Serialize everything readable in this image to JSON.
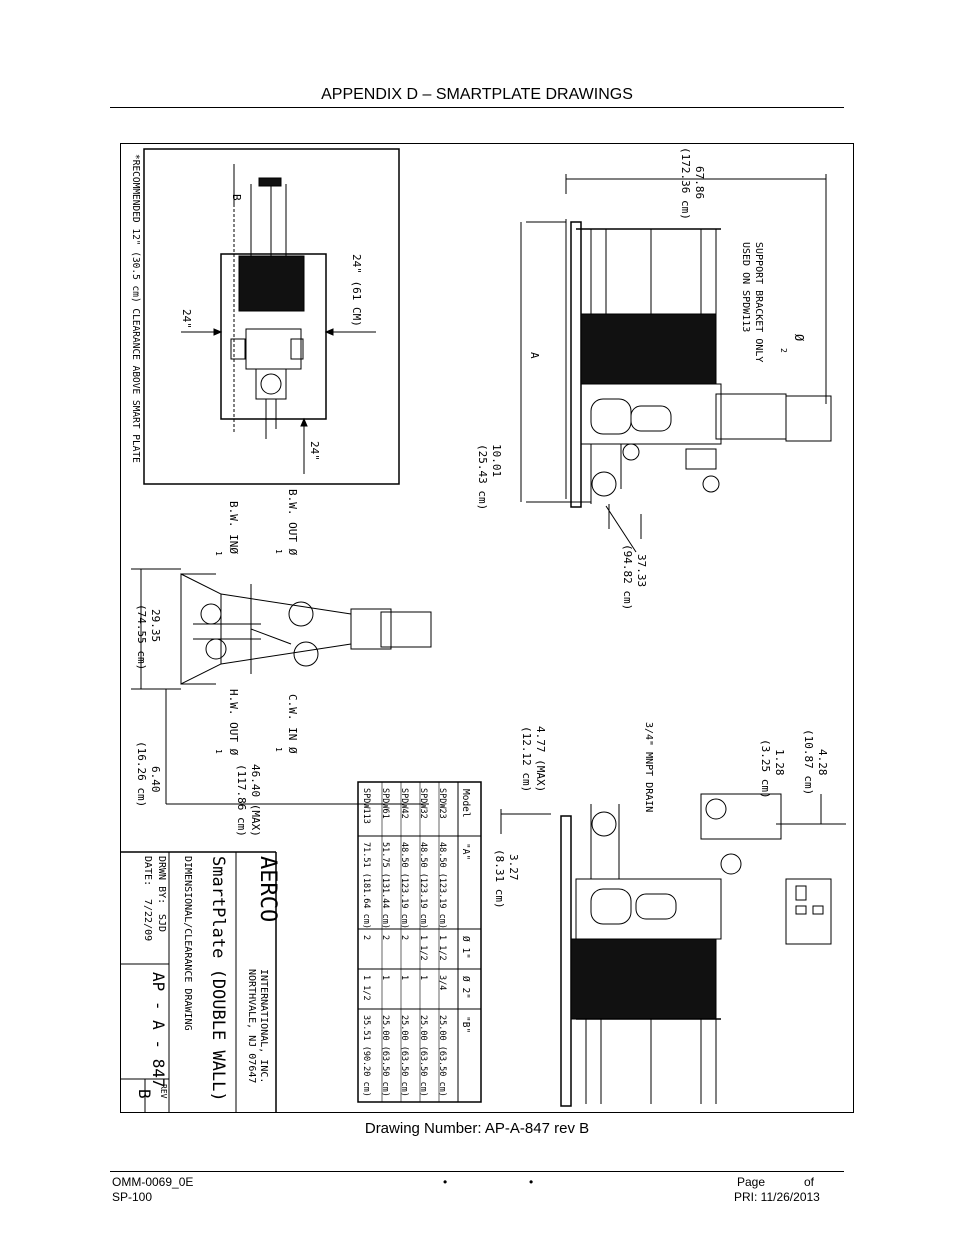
{
  "header": {
    "title": "APPENDIX D – SMARTPLATE DRAWINGS"
  },
  "drawing": {
    "top_right_view": {
      "dim_overall": "67.86",
      "dim_overall_cm": "(172.36 cm)",
      "support_note_1": "SUPPORT BRACKET ONLY",
      "support_note_2": "USED ON SPDW113",
      "phi2": "Ø",
      "phi2_sub": "2",
      "dim_a": "A",
      "dim_1001": "10.01",
      "dim_1001_cm": "(25.43 cm)",
      "dim_3733": "37.33",
      "dim_3733_cm": "(94.82 cm)"
    },
    "top_left_view": {
      "clear_24_61": "24\" (61 CM)",
      "clear_24_a": "24\"",
      "clear_24_b": "24\"",
      "dim_b": "B",
      "clearance_note": "*RECOMMENDED 12\" (30.5 cm) CLEARANCE ABOVE SMART PLATE"
    },
    "middle_view": {
      "bw_out": "B.W. OUT Ø",
      "bw_out_sub": "1",
      "bw_in": "B.W. INØ",
      "bw_in_sub": "1",
      "hw_out": "H.W. OUT Ø",
      "hw_out_sub": "1",
      "cw_in": "C.W. IN Ø",
      "cw_in_sub": "1",
      "dim_2935": "29.35",
      "dim_2935_cm": "(74.55 cm)",
      "dim_640": "6.40",
      "dim_640_cm": "(16.26 cm)",
      "dim_4640": "46.40 (MAX)",
      "dim_4640_cm": "(117.86 cm)"
    },
    "bottom_right_view": {
      "dim_428": "4.28",
      "dim_428_cm": "(10.87 cm)",
      "dim_128": "1.28",
      "dim_128_cm": "(3.25 cm)",
      "drain": "3/4\" MNPT DRAIN",
      "dim_477": "4.77 (MAX)",
      "dim_477_cm": "(12.12 cm)",
      "dim_327": "3.27",
      "dim_327_cm": "(8.31 cm)"
    },
    "table": {
      "headers": [
        "Model",
        "\"A\"",
        "Ø 1\"",
        "Ø 2\"",
        "\"B\""
      ],
      "rows": [
        [
          "SPDW23",
          "48.50 (123.19 cm)",
          "1 1/2",
          "3/4",
          "25.00 (63.50 cm)"
        ],
        [
          "SPDW32",
          "48.50 (123.19 cm)",
          "1 1/2",
          "1",
          "25.00 (63.50 cm)"
        ],
        [
          "SPDW42",
          "48.50 (123.19 cm)",
          "2",
          "1",
          "25.00 (63.50 cm)"
        ],
        [
          "SPDW61",
          "51.75 (131.44 cm)",
          "2",
          "1",
          "25.00 (63.50 cm)"
        ],
        [
          "SPDW113",
          "71.51 (181.64 cm)",
          "2",
          "1 1/2",
          "35.51 (90.20 cm)"
        ]
      ]
    },
    "title_block": {
      "company": "AERCO",
      "company_line1": "INTERNATIONAL, INC.",
      "company_line2": "NORTHVALE, NJ 07647",
      "product": "SmartPlate (DOUBLE WALL)",
      "subtitle": "DIMENSIONAL/CLEARANCE DRAWING",
      "drawn_label": "DRWN BY:",
      "drawn_by": "SJD",
      "date_label": "DATE:",
      "date": "7/22/09",
      "drawing_no": "AP - A - 847",
      "rev_label": "REV",
      "rev": "B"
    }
  },
  "caption": "Drawing Number: AP-A-847 rev B",
  "footer": {
    "doc_id": "OMM-0069_0E",
    "product": "SP-100",
    "bullet": "•",
    "page_label": "Page",
    "of_label": "of",
    "pri": "PRI:  11/26/2013"
  }
}
